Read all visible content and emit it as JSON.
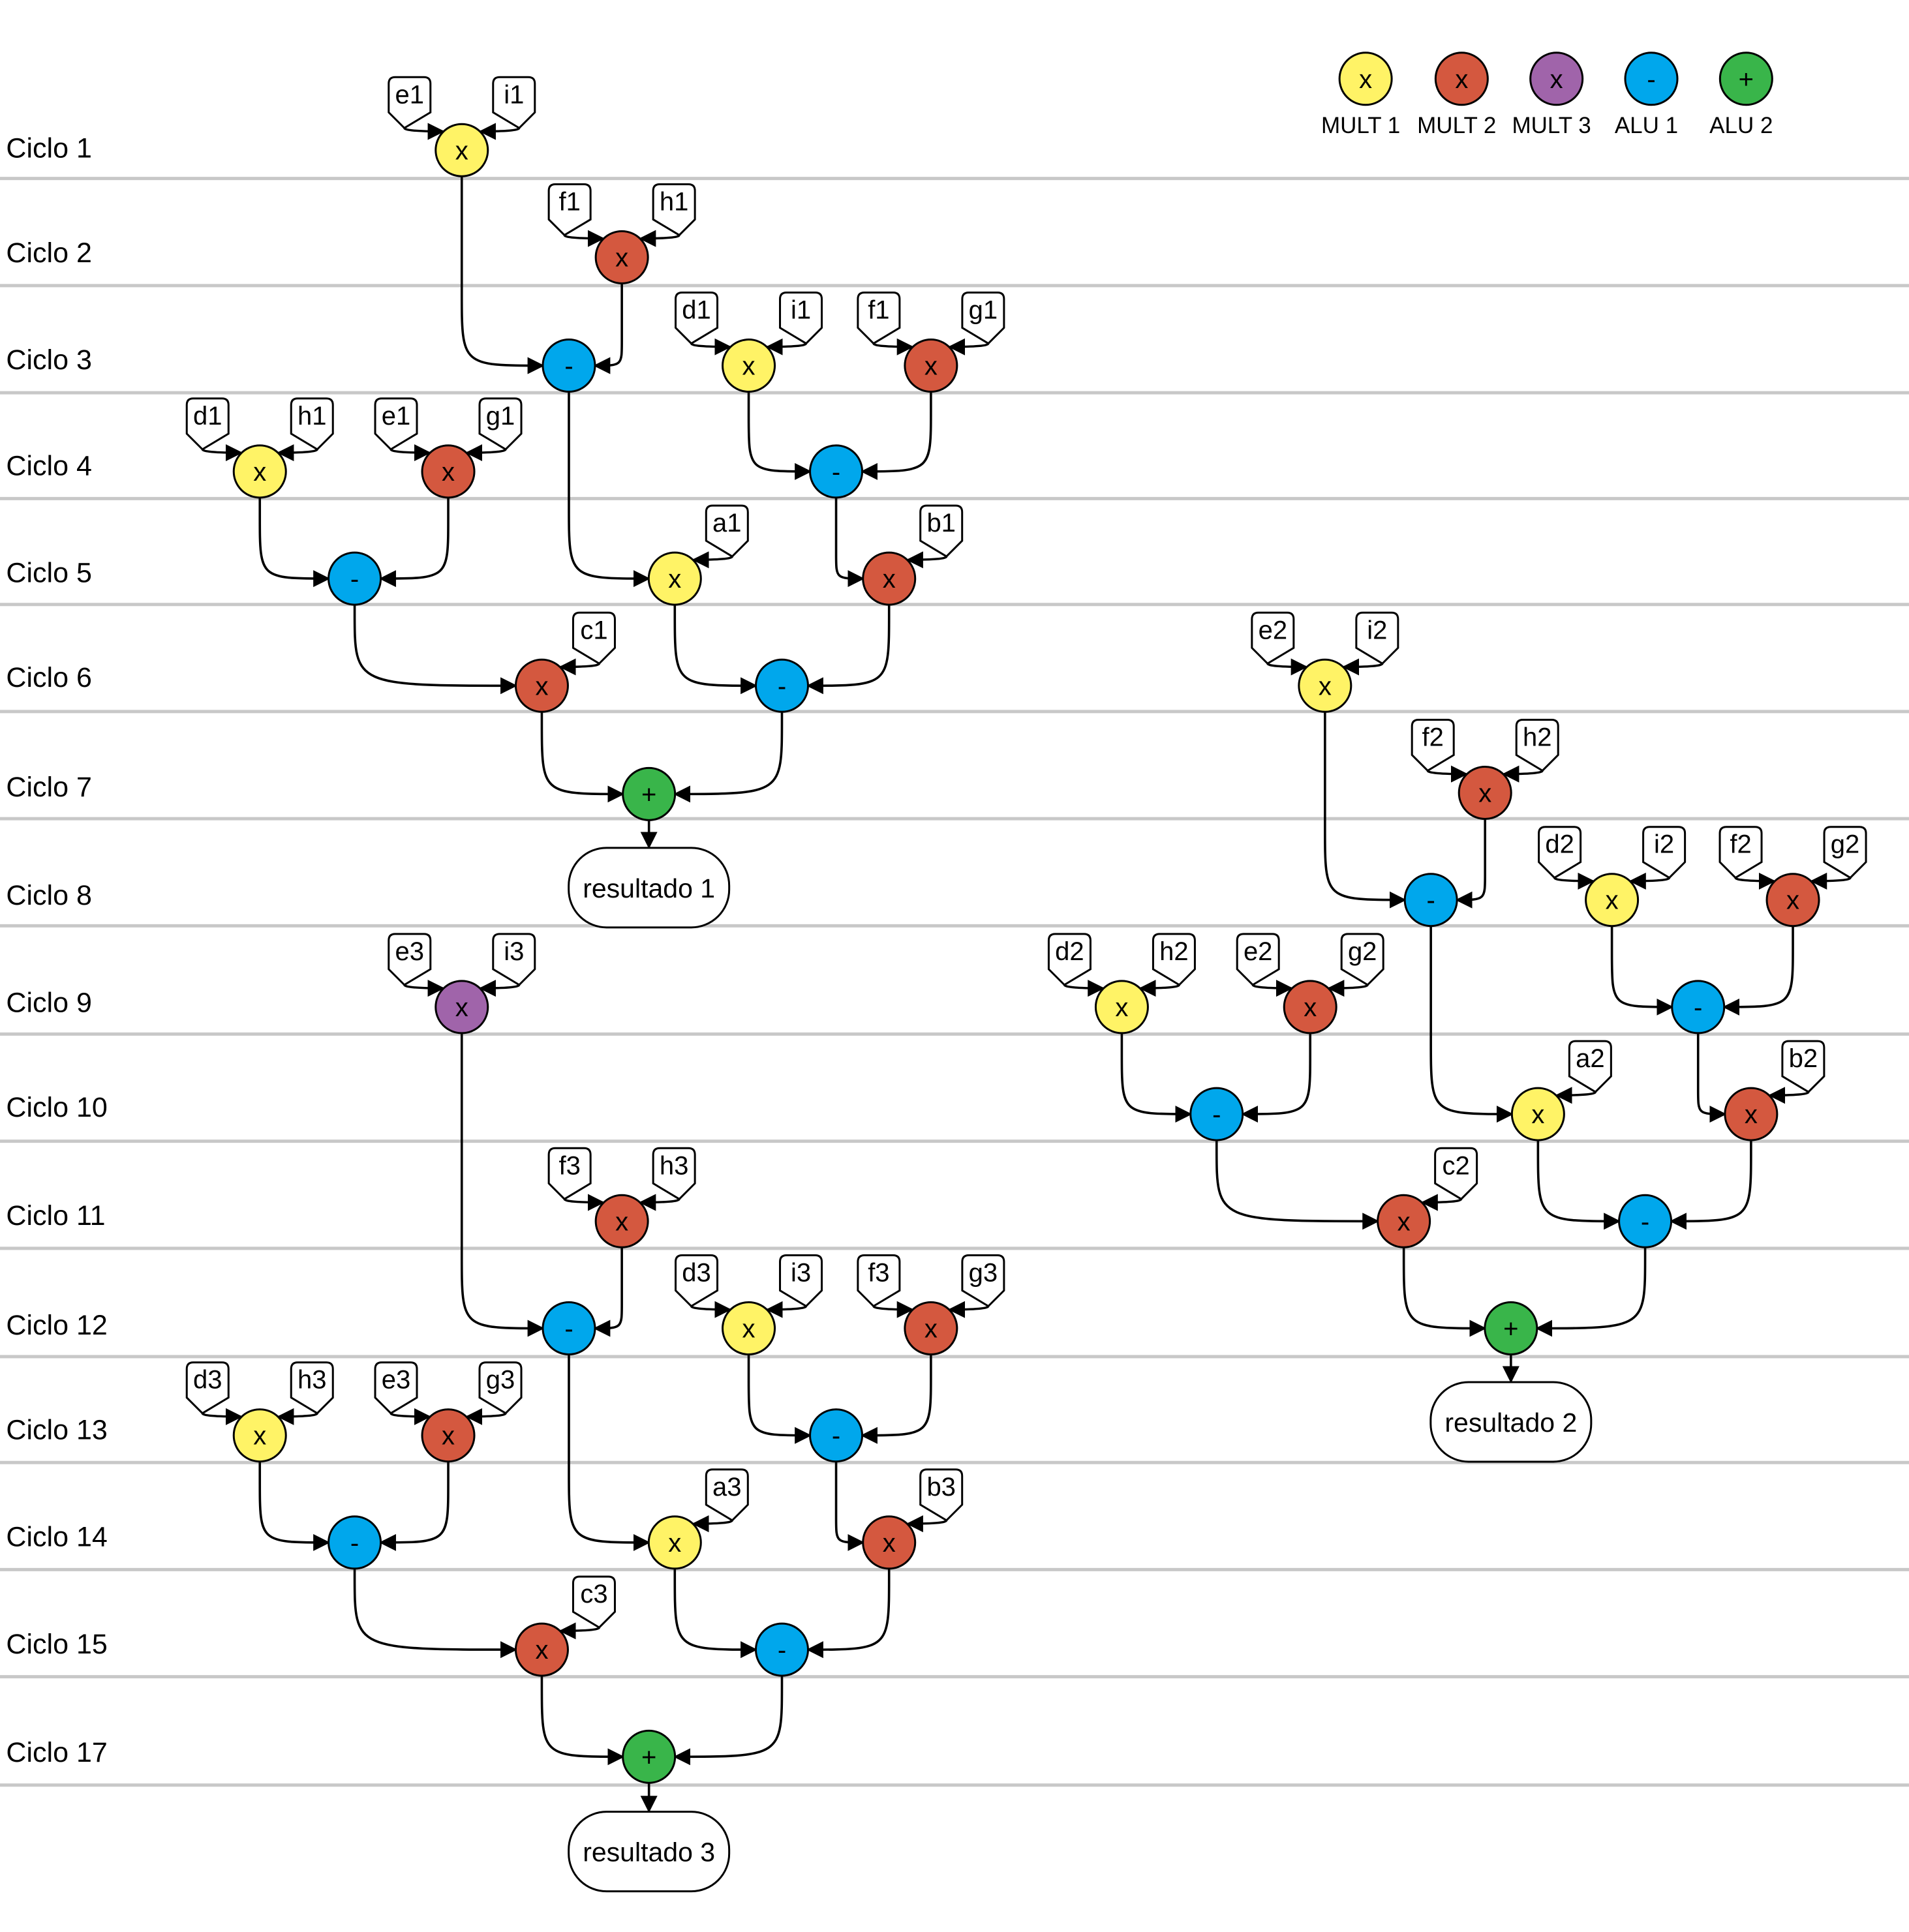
{
  "colors": {
    "mult1": "#FFF366",
    "mult2": "#D4583F",
    "mult3": "#A064AA",
    "alu1": "#00A7EC",
    "alu2": "#39B54A",
    "rule": "#C8C8C8",
    "edge": "#000000"
  },
  "legend": [
    {
      "key": "mult1",
      "symbol": "x",
      "label": "MULT 1"
    },
    {
      "key": "mult2",
      "symbol": "x",
      "label": "MULT 2"
    },
    {
      "key": "mult3",
      "symbol": "x",
      "label": "MULT 3"
    },
    {
      "key": "alu1",
      "symbol": "-",
      "label": "ALU 1"
    },
    {
      "key": "alu2",
      "symbol": "+",
      "label": "ALU 2"
    }
  ],
  "cycles": [
    "Ciclo 1",
    "Ciclo 2",
    "Ciclo 3",
    "Ciclo 4",
    "Ciclo 5",
    "Ciclo 6",
    "Ciclo 7",
    "Ciclo 8",
    "Ciclo 9",
    "Ciclo 10",
    "Ciclo 11",
    "Ciclo 12",
    "Ciclo 13",
    "Ciclo 14",
    "Ciclo 15",
    "Ciclo 17"
  ],
  "results": {
    "r1": "resultado 1",
    "r2": "resultado 2",
    "r3": "resultado 3"
  },
  "operations": {
    "m1": {
      "unit": "mult1",
      "symbol": "x",
      "inputs": [
        "e1",
        "i1"
      ]
    },
    "m2": {
      "unit": "mult2",
      "symbol": "x",
      "inputs": [
        "f1",
        "h1"
      ]
    },
    "s1": {
      "unit": "alu1",
      "symbol": "-"
    },
    "m3": {
      "unit": "mult1",
      "symbol": "x",
      "inputs": [
        "d1",
        "i1"
      ]
    },
    "m4": {
      "unit": "mult2",
      "symbol": "x",
      "inputs": [
        "f1",
        "g1"
      ]
    },
    "m5": {
      "unit": "mult1",
      "symbol": "x",
      "inputs": [
        "d1",
        "h1"
      ]
    },
    "m6": {
      "unit": "mult2",
      "symbol": "x",
      "inputs": [
        "e1",
        "g1"
      ]
    },
    "s2": {
      "unit": "alu1",
      "symbol": "-"
    },
    "s3": {
      "unit": "alu1",
      "symbol": "-"
    },
    "m7": {
      "unit": "mult1",
      "symbol": "x",
      "inputs": [
        "a1"
      ]
    },
    "m8": {
      "unit": "mult2",
      "symbol": "x",
      "inputs": [
        "b1"
      ]
    },
    "m9": {
      "unit": "mult2",
      "symbol": "x",
      "inputs": [
        "c1"
      ]
    },
    "s4": {
      "unit": "alu1",
      "symbol": "-"
    },
    "p1": {
      "unit": "alu2",
      "symbol": "+"
    },
    "M1": {
      "unit": "mult1",
      "symbol": "x",
      "inputs": [
        "e2",
        "i2"
      ]
    },
    "M2": {
      "unit": "mult2",
      "symbol": "x",
      "inputs": [
        "f2",
        "h2"
      ]
    },
    "S1": {
      "unit": "alu1",
      "symbol": "-"
    },
    "M3": {
      "unit": "mult1",
      "symbol": "x",
      "inputs": [
        "d2",
        "i2"
      ]
    },
    "M4": {
      "unit": "mult2",
      "symbol": "x",
      "inputs": [
        "f2",
        "g2"
      ]
    },
    "M5": {
      "unit": "mult1",
      "symbol": "x",
      "inputs": [
        "d2",
        "h2"
      ]
    },
    "M6": {
      "unit": "mult2",
      "symbol": "x",
      "inputs": [
        "e2",
        "g2"
      ]
    },
    "S2": {
      "unit": "alu1",
      "symbol": "-"
    },
    "S3": {
      "unit": "alu1",
      "symbol": "-"
    },
    "M7": {
      "unit": "mult1",
      "symbol": "x",
      "inputs": [
        "a2"
      ]
    },
    "M8": {
      "unit": "mult2",
      "symbol": "x",
      "inputs": [
        "b2"
      ]
    },
    "M9": {
      "unit": "mult2",
      "symbol": "x",
      "inputs": [
        "c2"
      ]
    },
    "S4": {
      "unit": "alu1",
      "symbol": "-"
    },
    "P1": {
      "unit": "alu2",
      "symbol": "+"
    },
    "n1": {
      "unit": "mult3",
      "symbol": "x",
      "inputs": [
        "e3",
        "i3"
      ]
    },
    "n2": {
      "unit": "mult2",
      "symbol": "x",
      "inputs": [
        "f3",
        "h3"
      ]
    },
    "t1": {
      "unit": "alu1",
      "symbol": "-"
    },
    "n3": {
      "unit": "mult1",
      "symbol": "x",
      "inputs": [
        "d3",
        "i3"
      ]
    },
    "n4": {
      "unit": "mult2",
      "symbol": "x",
      "inputs": [
        "f3",
        "g3"
      ]
    },
    "n5": {
      "unit": "mult1",
      "symbol": "x",
      "inputs": [
        "d3",
        "h3"
      ]
    },
    "n6": {
      "unit": "mult2",
      "symbol": "x",
      "inputs": [
        "e3",
        "g3"
      ]
    },
    "t2": {
      "unit": "alu1",
      "symbol": "-"
    },
    "t3": {
      "unit": "alu1",
      "symbol": "-"
    },
    "n7": {
      "unit": "mult1",
      "symbol": "x",
      "inputs": [
        "a3"
      ]
    },
    "n8": {
      "unit": "mult2",
      "symbol": "x",
      "inputs": [
        "b3"
      ]
    },
    "n9": {
      "unit": "mult2",
      "symbol": "x",
      "inputs": [
        "c3"
      ]
    },
    "t4": {
      "unit": "alu1",
      "symbol": "-"
    },
    "q1": {
      "unit": "alu2",
      "symbol": "+"
    }
  }
}
